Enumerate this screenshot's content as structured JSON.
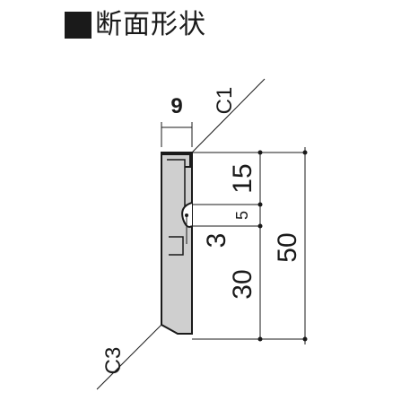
{
  "title": "断面形状",
  "dimensions": {
    "width": "9",
    "top_chamfer": "C1",
    "bottom_chamfer": "C3",
    "top_segment": "15",
    "middle_segment": "5",
    "groove_radius": "3",
    "lower_segment": "30",
    "total_height": "50"
  },
  "colors": {
    "ink": "#1a1a1a",
    "profile_fill": "#cfcfcf"
  }
}
